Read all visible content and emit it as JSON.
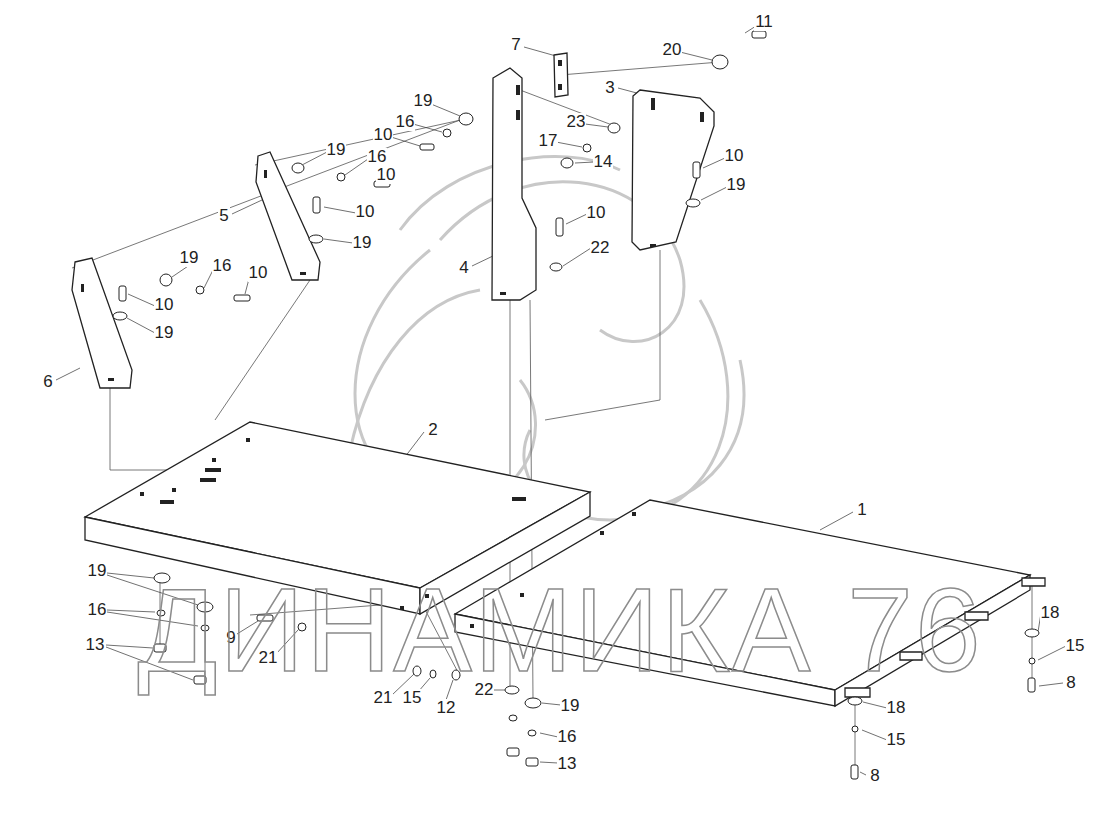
{
  "diagram": {
    "labels": [
      "11",
      "7",
      "20",
      "3",
      "19",
      "16",
      "23",
      "10",
      "17",
      "14",
      "10",
      "19",
      "16",
      "19",
      "10",
      "10",
      "5",
      "10",
      "19",
      "22",
      "4",
      "19",
      "16",
      "10",
      "10",
      "19",
      "6",
      "2",
      "1",
      "19",
      "16",
      "9",
      "13",
      "21",
      "18",
      "15",
      "8",
      "21",
      "15",
      "12",
      "22",
      "19",
      "16",
      "18",
      "13",
      "15",
      "8",
      "ДИНАМИКА 76"
    ]
  }
}
